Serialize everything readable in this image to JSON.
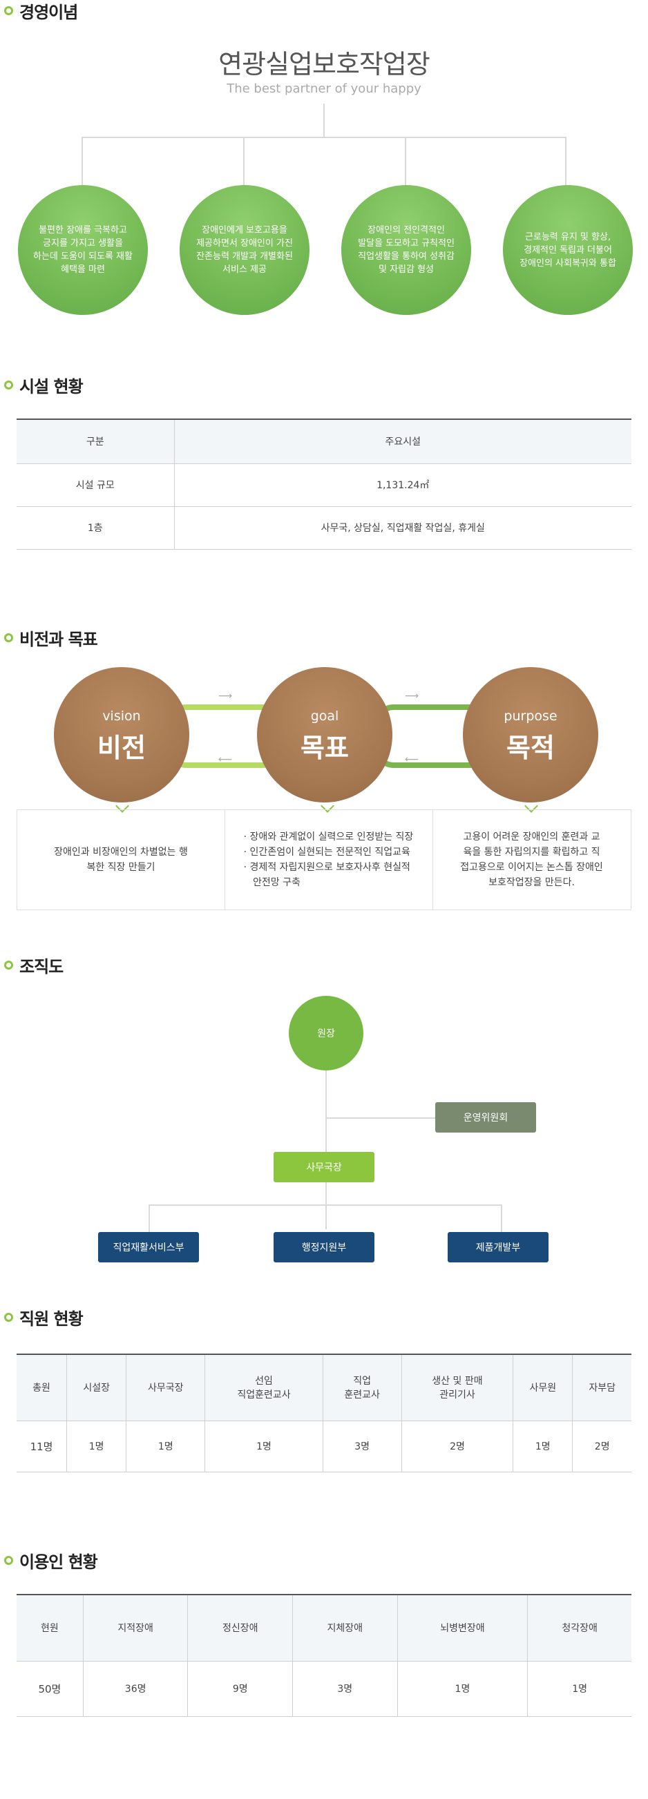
{
  "philosophy": {
    "section_title": "경영이념",
    "title": "연광실업보호작업장",
    "subtitle": "The best partner of your happy",
    "circles": [
      "불편한 장애를 극복하고 긍지를 가지고 생활을 하는데 도움이 되도록 재활 혜택을 마련",
      "장애인에게 보호고용을 제공하면서 장애인이 가진 잔존능력 개발과 개별화된 서비스 제공",
      "장애인의 전인격적인 발달을 도모하고 규칙적인 직업생활을 통하여 성취감 및 자립감 형성",
      "근로능력 유지 및 향상, 경제적인 독립과 더불어 장애인의 사회복귀와 통합"
    ]
  },
  "facilities": {
    "section_title": "시설 현황",
    "headers": [
      "구분",
      "주요시설"
    ],
    "rows": [
      [
        "시설 규모",
        "1,131.24㎡"
      ],
      [
        "1층",
        "사무국, 상담실, 직업재활 작업실, 휴게실"
      ]
    ]
  },
  "vision": {
    "section_title": "비전과 목표",
    "circles": [
      {
        "en": "vision",
        "ko": "비전"
      },
      {
        "en": "goal",
        "ko": "목표"
      },
      {
        "en": "purpose",
        "ko": "목적"
      }
    ],
    "box1": "장애인과 비장애인의 차별없는 행복한 직장 만들기",
    "box2": [
      "· 장애와 관계없이 실력으로 인정받는 직장",
      "· 인간존엄이 실현되는 전문적인 직업교육",
      "· 경제적 자립지원으로 보호자사후 현실적",
      "   안전망 구축"
    ],
    "box3": "고용이 어려운 장애인의 훈련과 교육을 통한 자립의지를 확립하고 직접고용으로 이어지는 논스톱 장애인 보호작업장을 만든다.",
    "arrow_right": "⟶",
    "arrow_left": "⟵"
  },
  "org": {
    "section_title": "조직도",
    "director": "원장",
    "committee": "운영위원회",
    "secretary": "사무국장",
    "departments": [
      "직업재활서비스부",
      "행정지원부",
      "제품개발부"
    ],
    "colors": {
      "green": "#78b943",
      "light_green": "#8cc63f",
      "gray": "#7a8a6e",
      "navy": "#1a4a7a"
    }
  },
  "staff": {
    "section_title": "직원 현황",
    "headers": [
      "총원",
      "시설장",
      "사무국장",
      "선임\n직업훈련교사",
      "직업\n훈련교사",
      "생산 및 판매\n관리기사",
      "사무원",
      "자부담"
    ],
    "values": [
      "11명",
      "1명",
      "1명",
      "1명",
      "3명",
      "2명",
      "1명",
      "2명"
    ]
  },
  "users": {
    "section_title": "이용인 현황",
    "headers": [
      "현원",
      "지적장애",
      "정신장애",
      "지체장애",
      "뇌병변장애",
      "청각장애"
    ],
    "values": [
      "50명",
      "36명",
      "9명",
      "3명",
      "1명",
      "1명"
    ]
  }
}
